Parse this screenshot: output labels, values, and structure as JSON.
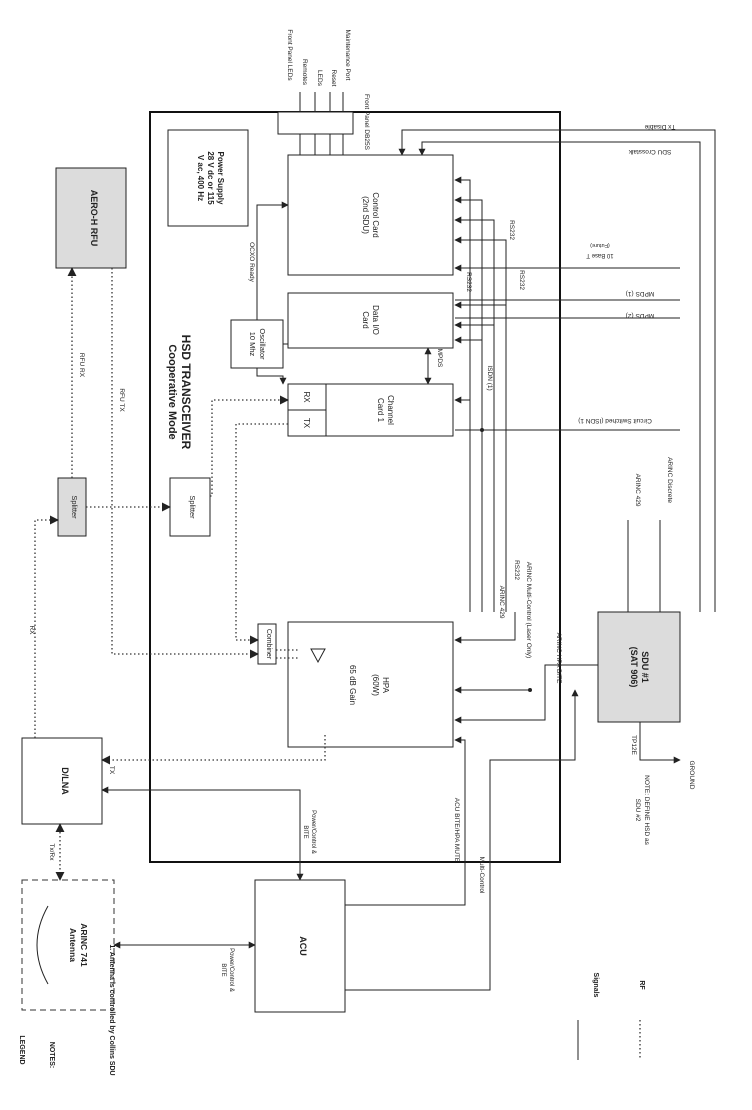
{
  "title": {
    "main": "HSD TRANSCEIVER",
    "sub": "Cooperative Mode"
  },
  "power_supply": [
    "Power Supply",
    "28 V dc or 115",
    "V ac, 400 Hz"
  ],
  "blocks": {
    "control_card": [
      "Control Card",
      "(2nd SDU)"
    ],
    "data_io_card": [
      "Data I/O",
      "Card"
    ],
    "channel_card": [
      "Channel",
      "Card 1"
    ],
    "hpa": [
      "HPA",
      "(60W)"
    ],
    "oscillator": [
      "Oscillator",
      "10 Mhz"
    ],
    "splitter_inner": "Splitter",
    "splitter_outer": "Splitter",
    "combiner": "Combiner",
    "rx": "RX",
    "tx": "TX",
    "gain": "65 dB Gain",
    "aero_rfu": "AERO-H RFU",
    "dlna": "D/LNA",
    "acu": "ACU",
    "antenna": [
      "ARINC 741",
      "Antenna"
    ],
    "sdu": [
      "SDU #1",
      "(SAT 906)"
    ]
  },
  "signals": {
    "front_panel_leds": "Front Panel LEDs",
    "remotes": "Remotes",
    "leds": "LEDs",
    "reset": "Reset",
    "maintenance_port": "Maintenance Port",
    "front_panel_db25s": "Front Panel DB25S",
    "tx_disable": "Tx Disable",
    "sdu_crosstalk": "SDU Crosstalk",
    "ten_base_t": [
      "10 Base T",
      "(Future)"
    ],
    "mpds1": "MPDS (1)",
    "mpds2": "MPDS (2)",
    "circuit_switched": "Circuit Switched (ISDN 1)",
    "arinc_429_right": "ARINC 429",
    "arinc_discrete": "ARINC Discrete",
    "ocxo_ready": "OCXO Ready",
    "rs232_a": "RS232",
    "rs232_b": "RS232",
    "rs232_c": "RS232",
    "rs232_d": "RS232",
    "mpds": "MPDS",
    "isdn1": "ISDN (1)",
    "arinc_429_left": "ARINC 429",
    "arinc_multi_laser": "ARINC Multi-Control (Laser Only)",
    "arinc_hpa_bite": "ARINC HPA BITE",
    "rfu_rx": "RFU RX",
    "rfu_tx": "RFU TX",
    "rx": "RX",
    "tx": "TX",
    "tx_rx": "Tx/Rx",
    "power_control_bite_1": [
      "Power/Control &",
      "BITE"
    ],
    "power_control_bite_2": [
      "Power/Control &",
      "BITE"
    ],
    "acu_bite_hpa_mute": "ACU BITE/HPA MUTE",
    "multi_control": "Multi-Control",
    "tp12e": "TP12E",
    "ground": "GROUND",
    "note_define": [
      "NOTE: DEFINE HSD as",
      "SDU #2"
    ]
  },
  "notes": {
    "heading": "NOTES:",
    "item1": "1. Antenna is controlled by Collins SDU"
  },
  "legend": {
    "heading": "LEGEND",
    "signals": "Signals",
    "rf": "RF"
  }
}
